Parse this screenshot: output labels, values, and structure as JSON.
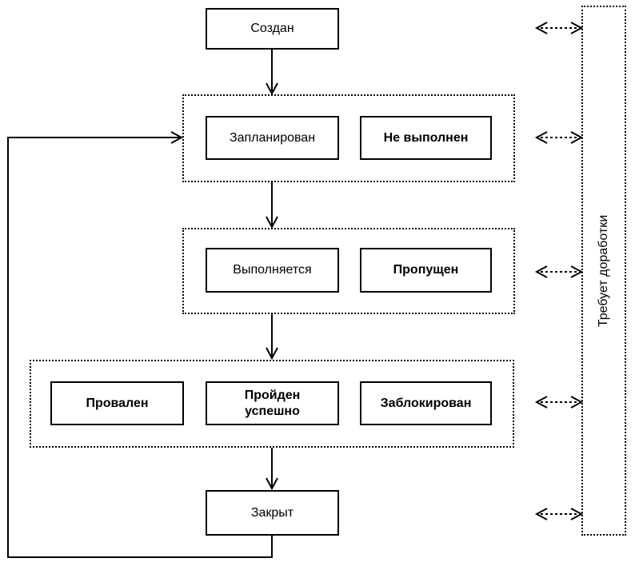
{
  "diagram": {
    "type": "state-flow",
    "colors": {
      "background": "#ffffff",
      "line": "#000000",
      "node_fill": "#ffffff",
      "text": "#000000"
    },
    "nodes": {
      "created": {
        "label": "Создан",
        "emphasis": "normal"
      },
      "planned": {
        "label": "Запланирован",
        "emphasis": "normal"
      },
      "not_executed": {
        "label": "Не выполнен",
        "emphasis": "bold"
      },
      "in_progress": {
        "label": "Выполняется",
        "emphasis": "normal"
      },
      "skipped": {
        "label": "Пропущен",
        "emphasis": "bold"
      },
      "failed": {
        "label": "Провален",
        "emphasis": "bold"
      },
      "passed": {
        "label": "Пройден успешно",
        "emphasis": "bold"
      },
      "blocked": {
        "label": "Заблокирован",
        "emphasis": "bold"
      },
      "closed": {
        "label": "Закрыт",
        "emphasis": "normal"
      },
      "needs_rework": {
        "label": "Требует доработки",
        "emphasis": "normal"
      }
    },
    "groups": [
      {
        "name": "planned-group",
        "nodes": [
          "planned",
          "not_executed"
        ]
      },
      {
        "name": "execution-group",
        "nodes": [
          "in_progress",
          "skipped"
        ]
      },
      {
        "name": "result-group",
        "nodes": [
          "failed",
          "passed",
          "blocked"
        ]
      }
    ],
    "edges": [
      {
        "from": "created",
        "to": "planned-group",
        "style": "solid-arrow"
      },
      {
        "from": "planned-group",
        "to": "execution-group",
        "style": "solid-arrow"
      },
      {
        "from": "execution-group",
        "to": "result-group",
        "style": "solid-arrow"
      },
      {
        "from": "result-group",
        "to": "closed",
        "style": "solid-arrow"
      },
      {
        "from": "closed",
        "to": "planned-group",
        "style": "solid-arrow-loop"
      },
      {
        "from": "created",
        "to": "needs_rework",
        "style": "dashed-double-arrow"
      },
      {
        "from": "planned-group",
        "to": "needs_rework",
        "style": "dashed-double-arrow"
      },
      {
        "from": "execution-group",
        "to": "needs_rework",
        "style": "dashed-double-arrow"
      },
      {
        "from": "result-group",
        "to": "needs_rework",
        "style": "dashed-double-arrow"
      },
      {
        "from": "closed",
        "to": "needs_rework",
        "style": "dashed-double-arrow"
      }
    ]
  }
}
